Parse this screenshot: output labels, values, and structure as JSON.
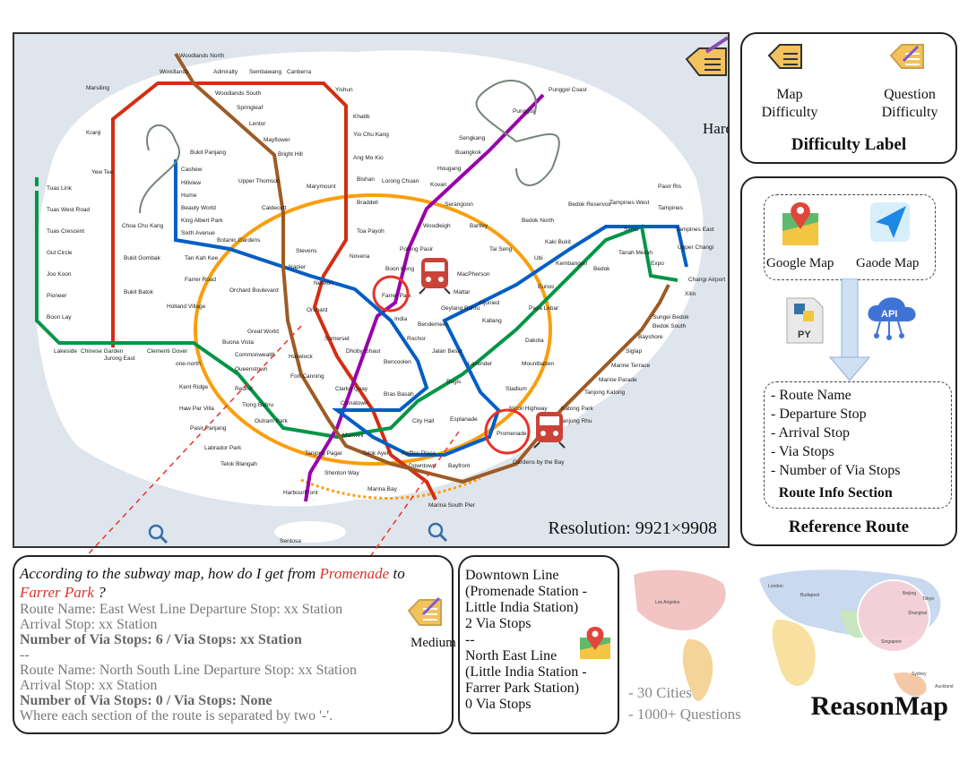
{
  "map": {
    "difficulty_label": "Hard",
    "resolution": "Resolution: 9921×9908",
    "highlighted_stations": [
      "Farrer Park",
      "Promenade"
    ],
    "stations": {
      "woodlands_north": "Woodlands North",
      "woodlands": "Woodlands",
      "admiralty": "Admiralty",
      "sembawang": "Sembawang",
      "canberra": "Canberra",
      "yishun": "Yishun",
      "marsiling": "Marsiling",
      "woodlands_south": "Woodlands South",
      "springleaf": "Springleaf",
      "lentor": "Lentor",
      "mayflower": "Mayflower",
      "bright_hill": "Bright Hill",
      "khatib": "Khatib",
      "yio_chu_kang": "Yio Chu Kang",
      "ang_mo_kio": "Ang Mo Kio",
      "kranji": "Kranji",
      "yew_tee": "Yew Tee",
      "bukit_panjang": "Bukit Panjang",
      "cashew": "Cashew",
      "hillview": "Hillview",
      "hume": "Hume",
      "beauty_world": "Beauty World",
      "king_albert_park": "King Albert Park",
      "sixth_avenue": "Sixth Avenue",
      "tan_kah_kee": "Tan Kah Kee",
      "choa_chu_kang": "Choa Chu Kang",
      "bukit_gombak": "Bukit Gombak",
      "bukit_batok": "Bukit Batok",
      "jurong_east": "Jurong East",
      "tuas_link": "Tuas Link",
      "tuas_west_road": "Tuas West Road",
      "tuas_crescent": "Tuas Crescent",
      "gul_circle": "Gul Circle",
      "joo_koon": "Joo Koon",
      "pioneer": "Pioneer",
      "boon_lay": "Boon Lay",
      "lakeside": "Lakeside",
      "chinese_garden": "Chinese Garden",
      "clementi": "Clementi",
      "dover": "Dover",
      "buona_vista": "Buona Vista",
      "one_north": "one-north",
      "commonwealth": "Commonwealth",
      "queenstown": "Queenstown",
      "redhill": "Redhill",
      "tiong_bahru": "Tiong Bahru",
      "outram_park": "Outram Park",
      "kent_ridge": "Kent Ridge",
      "haw_par_villa": "Haw Par Villa",
      "pasir_panjang": "Pasir Panjang",
      "labrador_park": "Labrador Park",
      "telok_blangah": "Telok Blangah",
      "harbourfront": "HarbourFront",
      "sentosa": "Sentosa",
      "upper_thomson": "Upper Thomson",
      "marymount": "Marymount",
      "caldecott": "Caldecott",
      "bishan": "Bishan",
      "lorong_chuan": "Lorong Chuan",
      "braddell": "Braddell",
      "toa_payoh": "Toa Payoh",
      "novena": "Novena",
      "botanic_gardens": "Botanic Gardens",
      "farrer_road": "Farrer Road",
      "holland_village": "Holland Village",
      "orchard_boulevard": "Orchard Boulevard",
      "napier": "Napier",
      "stevens": "Stevens",
      "newton": "Newton",
      "orchard": "Orchard",
      "great_world": "Great World",
      "havelock": "Havelock",
      "somerset": "Somerset",
      "dhoby_ghaut": "Dhoby Ghaut",
      "fort_canning": "Fort Canning",
      "clarke_quay": "Clarke Quay",
      "chinatown": "Chinatown",
      "maxwell": "Maxwell",
      "tanjong_pagar": "Tanjong Pagar",
      "telok_ayer": "Telok Ayer",
      "shenton_way": "Shenton Way",
      "marina_bay": "Marina Bay",
      "marina_south_pier": "Marina South Pier",
      "downtown": "Downtown",
      "raffles_place": "Raffles Place",
      "city_hall": "City Hall",
      "bras_basah": "Bras Basah",
      "bencoolen": "Bencoolen",
      "rochor": "Rochor",
      "little_india": "India",
      "farrer_park": "Farrer Park",
      "boon_keng": "Boon Keng",
      "potong_pasir": "Potong Pasir",
      "woodleigh": "Woodleigh",
      "serangoon": "Serangoon",
      "kovan": "Kovan",
      "hougang": "Hougang",
      "buangkok": "Buangkok",
      "sengkang": "Sengkang",
      "punggol": "Punggol",
      "punggol_coast": "Punggol Coast",
      "bartley": "Bartley",
      "tai_seng": "Tai Seng",
      "macpherson": "MacPherson",
      "ubi": "Ubi",
      "kaki_bukit": "Kaki Bukit",
      "bedok_north": "Bedok North",
      "bedok_reservoir": "Bedok Reservoir",
      "tampines_west": "Tampines West",
      "tampines": "Tampines",
      "tampines_east": "Tampines East",
      "upper_changi": "Upper Changi",
      "pasir_ris": "Pasir Ris",
      "simei": "Simei",
      "tanah_merah": "Tanah Merah",
      "expo": "Expo",
      "changi_airport": "Changi Airport",
      "xilin": "Xilin",
      "sungei_bedok": "Sungei Bedok",
      "bedok_south": "Bedok South",
      "bedok": "Bedok",
      "kembangan": "Kembangan",
      "eunos": "Eunos",
      "paya_lebar": "Paya Lebar",
      "aljunied": "Aljunied",
      "kallang": "Kallang",
      "lavender": "Lavender",
      "bugis": "Bugis",
      "geylang_bahru": "Geylang Bahru",
      "mattar": "Mattar",
      "bendemeer": "Bendemeer",
      "jalan_besar": "Jalan Besar",
      "dakota": "Dakota",
      "mountbatten": "Mountbatten",
      "stadium": "Stadium",
      "nicoll_highway": "Nicoll Highway",
      "esplanade": "Esplanade",
      "promenade": "Promenade",
      "bayfront": "Bayfront",
      "gardens_by_the_bay": "Gardens by the Bay",
      "tanjong_rhu": "Tanjong Rhu",
      "katong_park": "Katong Park",
      "tanjong_katong": "Tanjong Katong",
      "marine_parade": "Marine Parade",
      "marine_terrace": "Marine Terrace",
      "siglap": "Siglap",
      "bayshore": "Bayshore"
    }
  },
  "difficulty": {
    "map_label": "Map\nDifficulty",
    "question_label": "Question\nDifficulty",
    "title": "Difficulty Label"
  },
  "reference": {
    "google_map": "Google Map",
    "gaode_map": "Gaode Map",
    "py_icon_text": "PY",
    "api_icon_text": "API",
    "route_items": [
      "- Route Name",
      "- Departure Stop",
      "- Arrival Stop",
      "- Via Stops",
      "- Number of Via Stops"
    ],
    "section_title": "Route Info Section",
    "title": "Reference Route"
  },
  "question": {
    "prefix": "According to the subway map, how do I get from ",
    "departure": "Promenade",
    "middle": " to ",
    "arrival": "Farrer Park",
    "suffix": " ?",
    "template_lines": [
      {
        "text": "Route Name: East West Line Departure Stop: xx Station",
        "bold": false
      },
      {
        "text": "Arrival Stop: xx Station",
        "bold": false
      },
      {
        "text": "Number of Via Stops: 6 / Via Stops: xx Station",
        "bold": true
      },
      {
        "text": "--",
        "bold": false
      },
      {
        "text": "Route Name: North South Line Departure Stop: xx Station",
        "bold": false
      },
      {
        "text": "Arrival Stop: xx Station",
        "bold": false
      },
      {
        "text": "Number of Via Stops: 0 / Via Stops: None",
        "bold": true
      },
      {
        "text": "Where each section of the route is separated by two '-'.",
        "bold": false
      }
    ],
    "difficulty_label": "Medium"
  },
  "answer": {
    "lines": [
      "Downtown Line",
      "(Promenade Station -",
      "Little India Station)",
      "2 Via Stops",
      "--",
      "North East Line",
      "(Little India Station -",
      "Farrer Park Station)",
      "0 Via Stops"
    ]
  },
  "world": {
    "stats": [
      "- 30 Cities",
      "- 1000+ Questions"
    ],
    "brand": "ReasonMap",
    "cities": [
      "Los Angeles",
      "London",
      "Budapest",
      "Beijing",
      "Shanghai",
      "Tokyo",
      "Singapore",
      "Sydney",
      "Auckland"
    ]
  },
  "colors": {
    "north_south": "#d42e12",
    "east_west": "#009645",
    "north_east": "#9900aa",
    "circle": "#fa9e0d",
    "downtown": "#005ec4",
    "thomson_east_coast": "#9d5b25",
    "lrt": "#748477",
    "highlight": "#e8322a"
  }
}
